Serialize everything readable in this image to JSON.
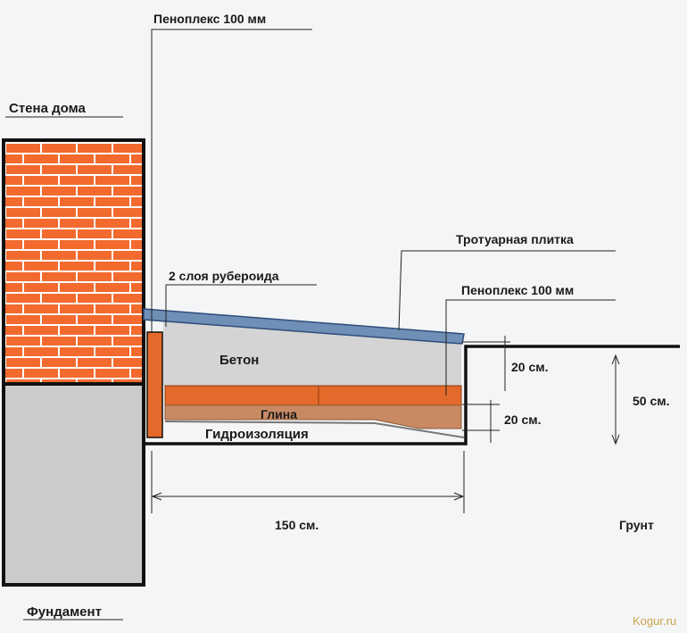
{
  "labels": {
    "wall": "Стена дома",
    "foundation": "Фундамент",
    "penoplex_vertical": "Пеноплекс 100 мм",
    "roofing_felt": "2 слоя рубероида",
    "paving_tile": "Тротуарная плитка",
    "penoplex_horizontal": "Пеноплекс 100 мм",
    "concrete": "Бетон",
    "clay": "Глина",
    "waterproofing": "Гидроизоляция",
    "dim_20_top": "20 см.",
    "dim_20_bottom": "20 см.",
    "dim_50": "50 см.",
    "dim_150": "150 см.",
    "soil": "Грунт"
  },
  "watermark": "Kogur.ru",
  "colors": {
    "brick": "#f26a2e",
    "mortar": "#ffffff",
    "foundation": "#cbcbcb",
    "concrete": "#d4d4d4",
    "penoplex": "#e36a2a",
    "clay": "#c98a63",
    "tile": "#6f8fb7",
    "outline": "#111111"
  }
}
